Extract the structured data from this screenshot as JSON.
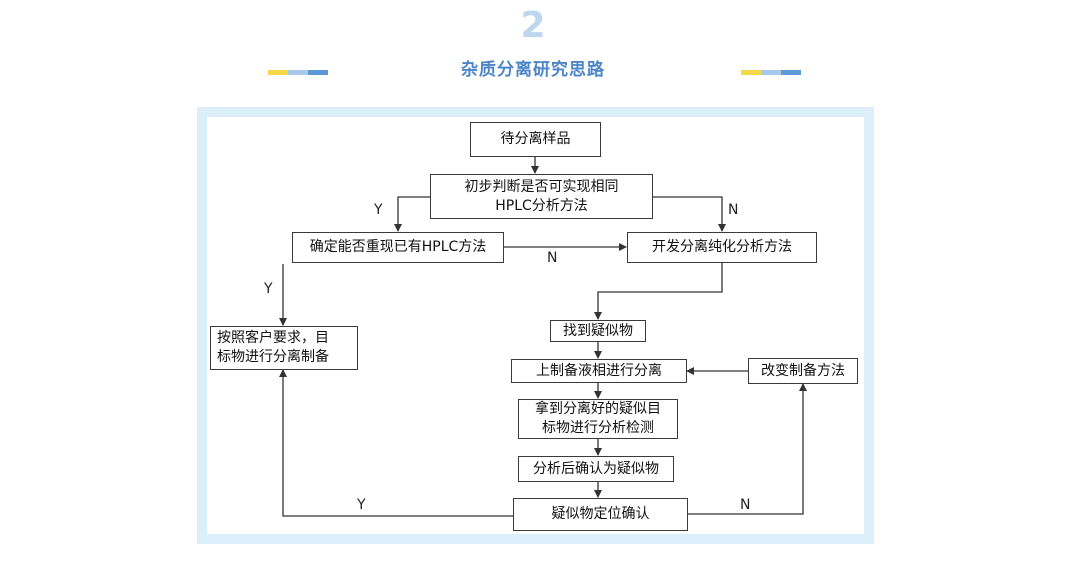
{
  "header": {
    "number": "2",
    "title": "杂质分离研究思路",
    "accent_colors": [
      "#f5d94a",
      "#a9c9ea",
      "#5b9ad6"
    ],
    "title_color": "#4d86c6",
    "number_color": "#bcd6ee",
    "frame_color": "#ddeefb"
  },
  "flowchart": {
    "nodes": {
      "start": "待分离样品",
      "judge": "初步判断是否可实现相同\nHPLC分析方法",
      "reproduce": "确定能否重现已有HPLC方法",
      "develop": "开发分离纯化分析方法",
      "prepare": "按照客户要求，目\n标物进行分离制备",
      "find": "找到疑似物",
      "liquid": "上制备液相进行分离",
      "change": "改变制备方法",
      "analyze": "拿到分离好的疑似目\n标物进行分析检测",
      "confirm": "分析后确认为疑似物",
      "locate": "疑似物定位确认"
    },
    "edge_labels": {
      "judge_yes": "Y",
      "judge_no": "N",
      "reproduce_no": "N",
      "reproduce_yes": "Y",
      "locate_yes": "Y",
      "locate_no": "N"
    }
  }
}
